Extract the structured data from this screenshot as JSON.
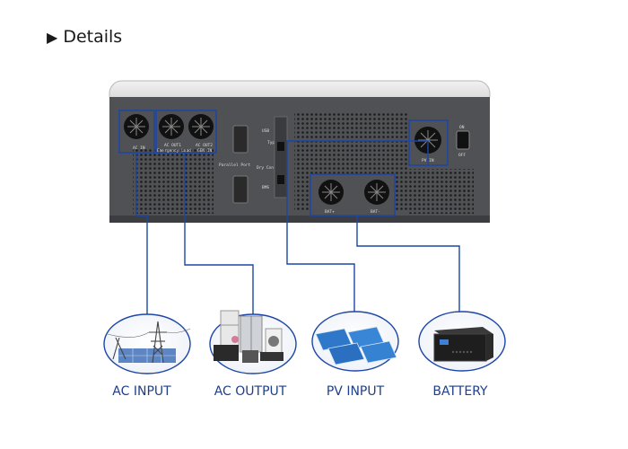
{
  "header": {
    "arrow": "▶",
    "title": "Details"
  },
  "device": {
    "ports": {
      "ac_in": "AC IN",
      "ac_out1": "AC OUT1",
      "emergency_load": "Emergency Load",
      "ac_out2": "AC OUT2",
      "gen_in": "GEN IN",
      "usb": "USB",
      "type_b": "Type-B",
      "dry_contact": "Dry Contact",
      "bms": "BMS",
      "parallel_port": "Parallel Port",
      "pv_in": "PV IN",
      "bat_pos": "BAT+",
      "bat_neg": "BAT-",
      "switch_on": "ON",
      "switch_off": "OFF"
    }
  },
  "categories": [
    {
      "label": "AC INPUT",
      "icon": "power-tower-icon"
    },
    {
      "label": "AC OUTPUT",
      "icon": "home-appliances-icon"
    },
    {
      "label": "PV INPUT",
      "icon": "solar-panels-icon"
    },
    {
      "label": "BATTERY",
      "icon": "battery-pack-icon"
    }
  ],
  "colors": {
    "line": "#1d46a8",
    "label": "#1f3f8a",
    "device_body": "#4f5154",
    "device_top": "#dcdcdc"
  }
}
